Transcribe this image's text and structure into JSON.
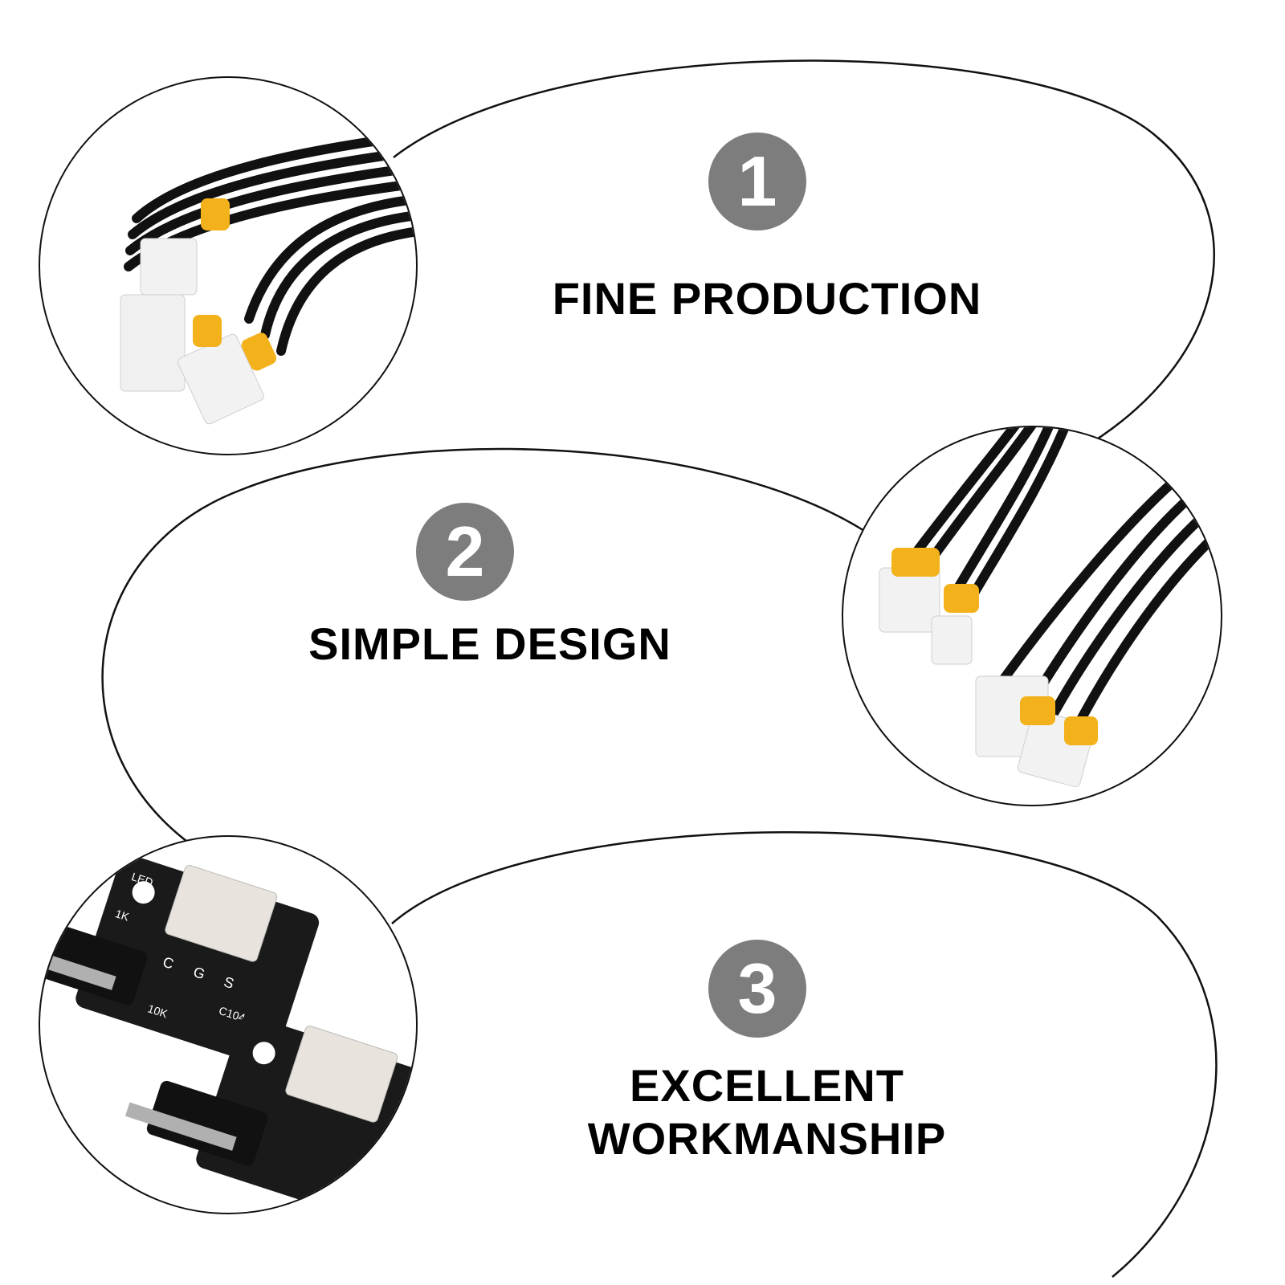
{
  "features": [
    {
      "number": "1",
      "title": "FINE PRODUCTION"
    },
    {
      "number": "2",
      "title": "SIMPLE DESIGN"
    },
    {
      "number": "3",
      "title_line1": "EXCELLENT",
      "title_line2": "WORKMANSHIP"
    }
  ],
  "colors": {
    "badge": "#7d7d7d",
    "cable": "#111111",
    "connector": "#f2f2f2",
    "sleeve": "#f3b21b",
    "pcb": "#1a1a1a"
  },
  "pcb_labels": {
    "c": "C",
    "g": "G",
    "s": "S",
    "c104": "C104",
    "r10k": "10K",
    "r1k": "1K",
    "led": "LED"
  }
}
